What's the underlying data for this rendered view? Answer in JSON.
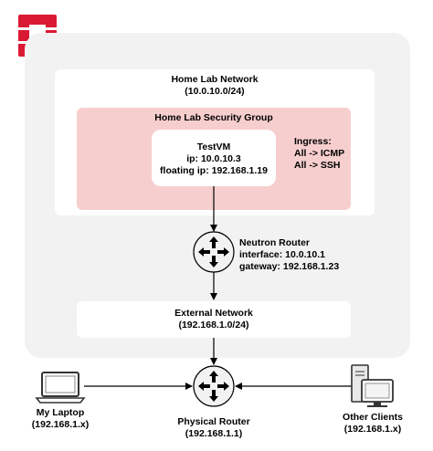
{
  "logo_icon": "openstack-logo",
  "colors": {
    "logo_red": "#da1a32",
    "cloud_area": "#f2f2f2",
    "security_group": "#f7cece",
    "router_fill": "#f2f2f2"
  },
  "network": {
    "name": "Home Lab Network",
    "cidr": "(10.0.10.0/24)"
  },
  "security_group": {
    "name": "Home Lab Security Group",
    "ingress_title": "Ingress:",
    "ingress_rules": [
      "All -> ICMP",
      "All -> SSH"
    ]
  },
  "vm": {
    "name": "TestVM",
    "ip": "ip: 10.0.10.3",
    "floating_ip": "floating ip: 192.168.1.19"
  },
  "neutron_router": {
    "name": "Neutron Router",
    "interface": "interface: 10.0.10.1",
    "gateway": "gateway: 192.168.1.23"
  },
  "external_network": {
    "name": "External Network",
    "cidr": "(192.168.1.0/24)"
  },
  "physical_router": {
    "name": "Physical Router",
    "ip": "(192.168.1.1)"
  },
  "laptop": {
    "name": "My Laptop",
    "ip": "(192.168.1.x)"
  },
  "other_clients": {
    "name": "Other Clients",
    "ip": "(192.168.1.x)"
  }
}
